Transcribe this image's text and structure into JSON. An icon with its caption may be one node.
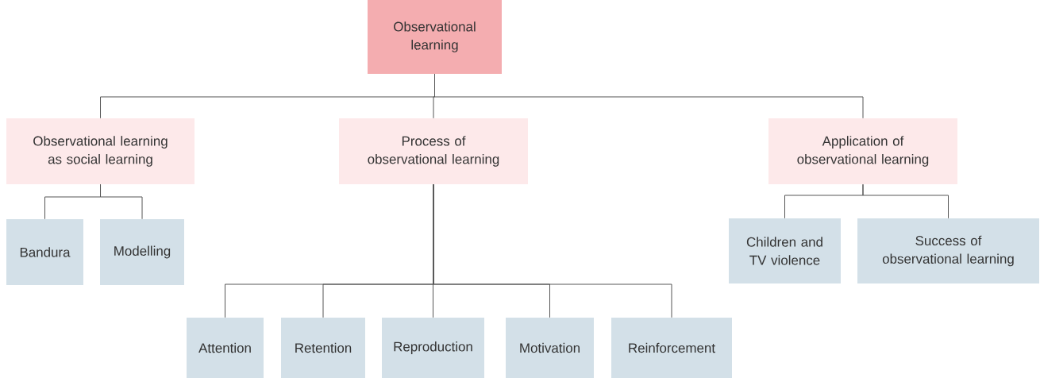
{
  "diagram": {
    "nodes": [
      {
        "text": [
          "Observational learning"
        ]
      },
      {
        "text": [
          "Observational learning as social learning"
        ]
      },
      {
        "text": [
          "Process of observational learning"
        ]
      },
      {
        "text": [
          "Application of observational learning"
        ]
      },
      {
        "text": [
          "Bandura"
        ]
      },
      {
        "text": [
          "Modelling"
        ]
      },
      {
        "text": [
          "Children and TV violence"
        ]
      },
      {
        "text": [
          "Success of observational learning"
        ]
      },
      {
        "text": [
          "Attention"
        ]
      },
      {
        "text": [
          "Retention"
        ]
      },
      {
        "text": [
          "Reproduction"
        ]
      },
      {
        "text": [
          "Motivation"
        ]
      },
      {
        "text": [
          "Reinforcement"
        ]
      }
    ],
    "edges": [
      {
        "from": 0,
        "to": 1,
        "arrow": "none"
      },
      {
        "from": 0,
        "to": 2,
        "arrow": "none"
      },
      {
        "from": 0,
        "to": 3,
        "arrow": "none"
      },
      {
        "from": 1,
        "to": 4,
        "arrow": "none"
      },
      {
        "from": 1,
        "to": 5,
        "arrow": "none"
      },
      {
        "from": 3,
        "to": 6,
        "arrow": "none"
      },
      {
        "from": 3,
        "to": 7,
        "arrow": "none"
      },
      {
        "from": 2,
        "to": 8,
        "arrow": "none"
      },
      {
        "from": 2,
        "to": 9,
        "arrow": "none"
      },
      {
        "from": 2,
        "to": 10,
        "arrow": "none"
      },
      {
        "from": 2,
        "to": 11,
        "arrow": "none"
      },
      {
        "from": 2,
        "to": 12,
        "arrow": "none"
      }
    ]
  }
}
